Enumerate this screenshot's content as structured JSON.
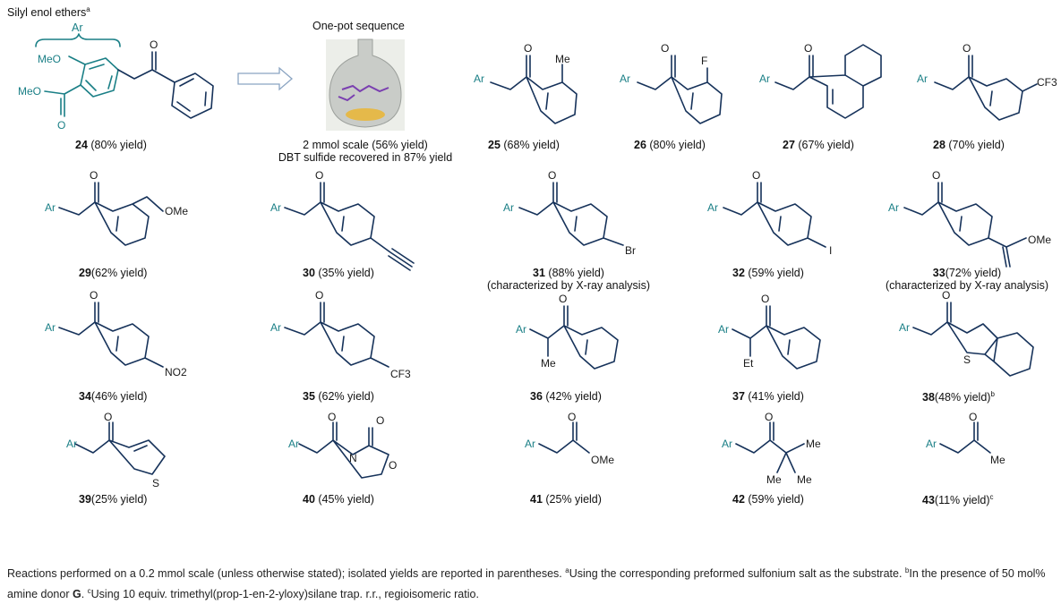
{
  "header": {
    "title_main": "Silyl enol ethers",
    "title_sup": "a",
    "bracket_label": "Ar",
    "onepot_title": "One-pot sequence",
    "onepot_line1": "2 mmol scale (56% yield)",
    "onepot_line2": "DBT sulfide recovered in 87% yield"
  },
  "parent": {
    "id": "24",
    "yield": "(80% yield)",
    "labels": {
      "meo_top": "MeO",
      "meo_ester": "MeO",
      "o_carbonyl": "O",
      "o_ketone": "O"
    }
  },
  "products": [
    {
      "id": "25",
      "yield": "(68% yield)",
      "ar": "Ar",
      "sub": "Me"
    },
    {
      "id": "26",
      "yield": "(80% yield)",
      "ar": "Ar",
      "sub": "F"
    },
    {
      "id": "27",
      "yield": "(67% yield)",
      "ar": "Ar",
      "sub": ""
    },
    {
      "id": "28",
      "yield": "(70% yield)",
      "ar": "Ar",
      "sub": "CF3"
    },
    {
      "id": "29",
      "yield": "(62% yield)",
      "ar": "Ar",
      "sub": "OMe"
    },
    {
      "id": "30",
      "yield": "(35% yield)",
      "ar": "Ar",
      "sub": ""
    },
    {
      "id": "31",
      "yield": "(88% yield)",
      "ar": "Ar",
      "sub": "Br",
      "note": "(characterized by X-ray analysis)"
    },
    {
      "id": "32",
      "yield": "(59% yield)",
      "ar": "Ar",
      "sub": "I"
    },
    {
      "id": "33",
      "yield": "(72% yield)",
      "ar": "Ar",
      "sub": "OMe",
      "note": "(characterized by X-ray analysis)"
    },
    {
      "id": "34",
      "yield": "(46% yield)",
      "ar": "Ar",
      "sub": "NO2"
    },
    {
      "id": "35",
      "yield": "(62% yield)",
      "ar": "Ar",
      "sub": "CF3"
    },
    {
      "id": "36",
      "yield": "(42% yield)",
      "ar": "Ar",
      "sub": "Me"
    },
    {
      "id": "37",
      "yield": "(41% yield)",
      "ar": "Ar",
      "sub": "Et"
    },
    {
      "id": "38",
      "yield": "(48% yield)",
      "sup": "b",
      "ar": "Ar",
      "sub": "S"
    },
    {
      "id": "39",
      "yield": "(25% yield)",
      "ar": "Ar",
      "sub": "S"
    },
    {
      "id": "40",
      "yield": "(45% yield)",
      "ar": "Ar",
      "sub": "N"
    },
    {
      "id": "41",
      "yield": "(25% yield)",
      "ar": "Ar",
      "sub": "OMe"
    },
    {
      "id": "42",
      "yield": "(59% yield)",
      "ar": "Ar",
      "sub": "Me"
    },
    {
      "id": "43",
      "yield": "(11% yield)",
      "sup": "c",
      "ar": "Ar",
      "sub": "Me"
    }
  ],
  "footnote": {
    "part1": "Reactions performed on a 0.2 mmol scale (unless otherwise stated); isolated yields are reported in parentheses. ",
    "sup_a": "a",
    "part2": "Using the corresponding preformed sulfonium salt as the substrate. ",
    "sup_b": "b",
    "part3": "In the presence of 50 mol% amine donor ",
    "bold_g": "G",
    "part4": ". ",
    "sup_c": "c",
    "part5": "Using 10 equiv. trimethyl(prop-1-en-2-yloxy)silane trap. r.r., regioisomeric ratio."
  },
  "colors": {
    "bond": "#16325a",
    "ar_group": "#1a7f86",
    "flask_solid": "#e5b94a",
    "flask_glass": "#c9ccc8"
  }
}
